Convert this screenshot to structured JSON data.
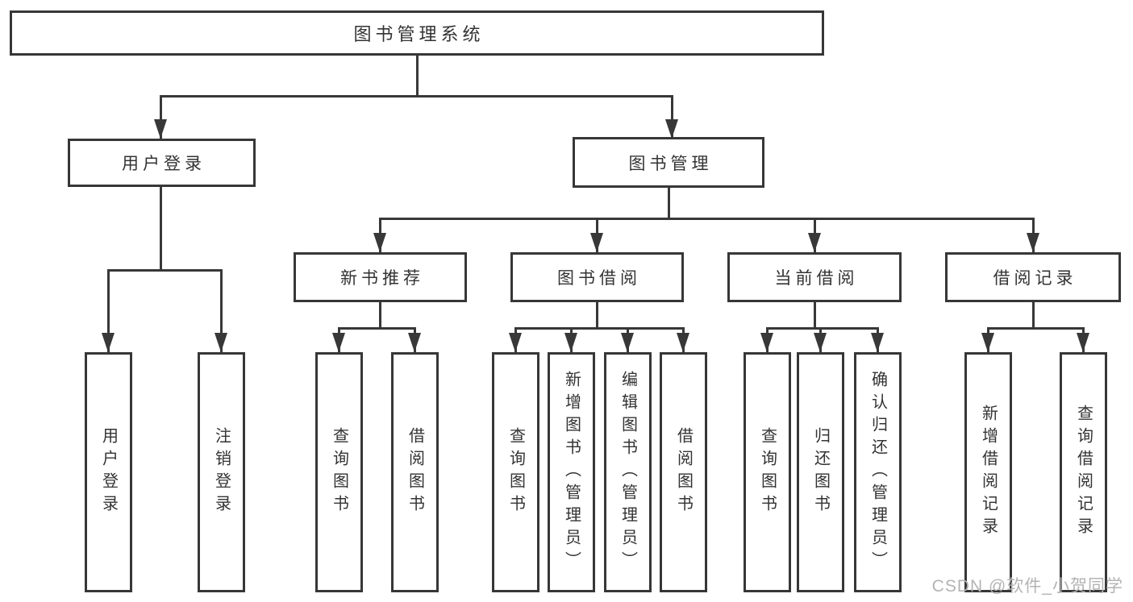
{
  "diagram": {
    "title_node": {
      "label": "图书管理系统"
    },
    "level2": [
      {
        "label": "用户登录"
      },
      {
        "label": "图书管理"
      }
    ],
    "level3": [
      {
        "label": "新书推荐"
      },
      {
        "label": "图书借阅"
      },
      {
        "label": "当前借阅"
      },
      {
        "label": "借阅记录"
      }
    ],
    "leaves": [
      {
        "label": "用户登录"
      },
      {
        "label": "注销登录"
      },
      {
        "label": "查询图书"
      },
      {
        "label": "借阅图书"
      },
      {
        "label": "查询图书"
      },
      {
        "label": "新增图书（管理员）"
      },
      {
        "label": "编辑图书（管理员）"
      },
      {
        "label": "借阅图书"
      },
      {
        "label": "查询图书"
      },
      {
        "label": "归还图书"
      },
      {
        "label": "确认归还（管理员）"
      },
      {
        "label": "新增借阅记录"
      },
      {
        "label": "查询借阅记录"
      }
    ]
  },
  "watermark": {
    "text": "CSDN @软件_小贺同学"
  },
  "colors": {
    "line": "#383838",
    "border": "#373737",
    "text": "#333333",
    "watermark": "#b3b3b3",
    "background": "#ffffff"
  }
}
